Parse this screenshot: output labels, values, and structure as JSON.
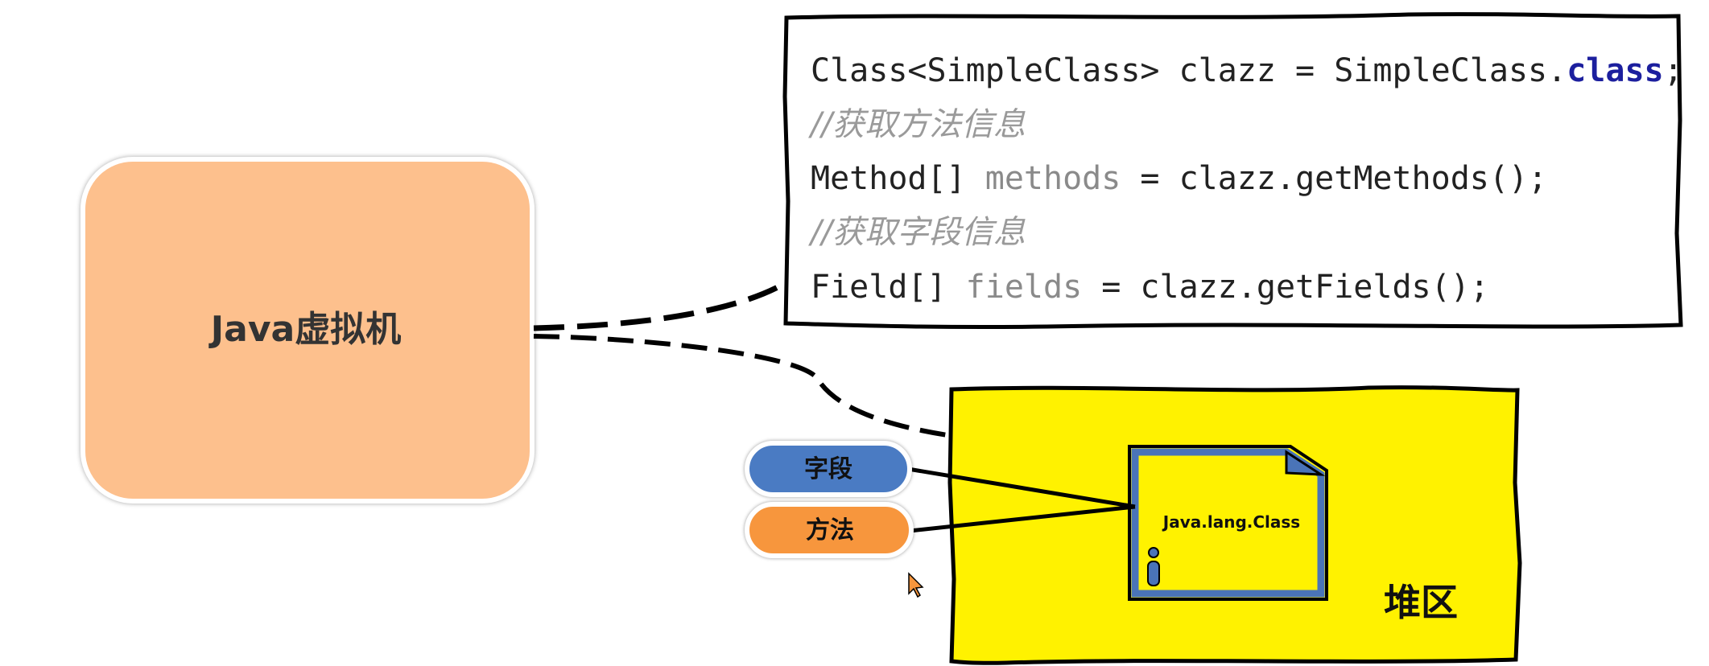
{
  "jvm": {
    "label": "Java虚拟机",
    "fill": "#fdc08d"
  },
  "code": {
    "line1": {
      "text": "Class<SimpleClass> clazz = SimpleClass.",
      "keyword": "class",
      "end": ";"
    },
    "comment1": "//获取方法信息",
    "line2": {
      "type": "Method[] ",
      "var": "methods",
      "rest": " = clazz.getMethods();"
    },
    "comment2": "//获取字段信息",
    "line3": {
      "type": "Field[] ",
      "var": "fields",
      "rest": " = clazz.getFields();"
    }
  },
  "heap": {
    "label": "堆区",
    "fill": "#fff200"
  },
  "class_object": {
    "label": "Java.lang.Class",
    "border": "#4a74b8",
    "fill": "#fff200"
  },
  "pills": {
    "fields": {
      "label": "字段",
      "fill": "#4a7bc3"
    },
    "methods": {
      "label": "方法",
      "fill": "#f7963d"
    }
  }
}
